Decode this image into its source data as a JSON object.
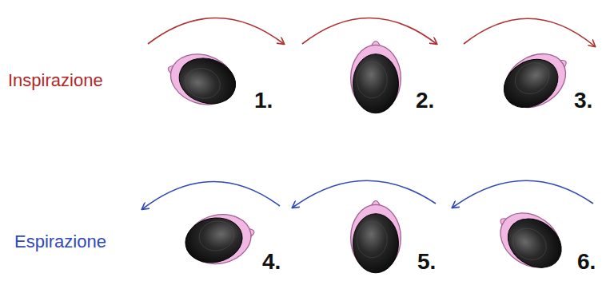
{
  "diagram": {
    "labels": [
      "Inspirazione",
      "1.",
      "2.",
      "3.",
      "Espirazione",
      "4.",
      "5.",
      "6."
    ]
  }
}
